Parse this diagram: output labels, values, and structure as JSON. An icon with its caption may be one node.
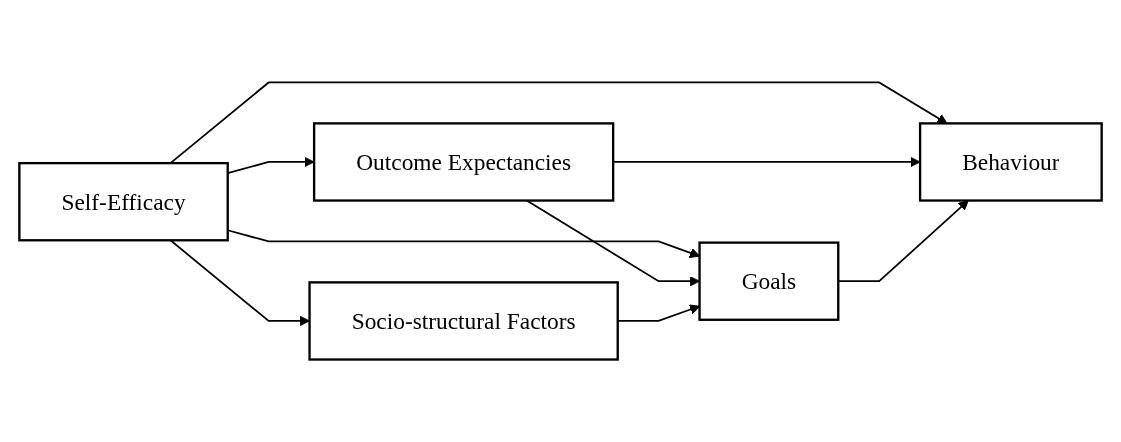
{
  "diagram": {
    "nodes": [
      {
        "text": [
          "Self-Efficacy"
        ]
      },
      {
        "text": [
          "Outcome Expectancies"
        ]
      },
      {
        "text": [
          "Goals"
        ]
      },
      {
        "text": [
          "Behaviour"
        ]
      },
      {
        "text": [
          "Socio-structural Factors"
        ]
      }
    ],
    "edges": [
      {
        "from": 0,
        "to": 1,
        "arrow": "to"
      },
      {
        "from": 0,
        "to": 2,
        "arrow": "to"
      },
      {
        "from": 0,
        "to": 3,
        "arrow": "to"
      },
      {
        "from": 0,
        "to": 4,
        "arrow": "to"
      },
      {
        "from": 1,
        "to": 2,
        "arrow": "to"
      },
      {
        "from": 1,
        "to": 3,
        "arrow": "to"
      },
      {
        "from": 2,
        "to": 3,
        "arrow": "to"
      },
      {
        "from": 4,
        "to": 2,
        "arrow": "to"
      }
    ]
  }
}
